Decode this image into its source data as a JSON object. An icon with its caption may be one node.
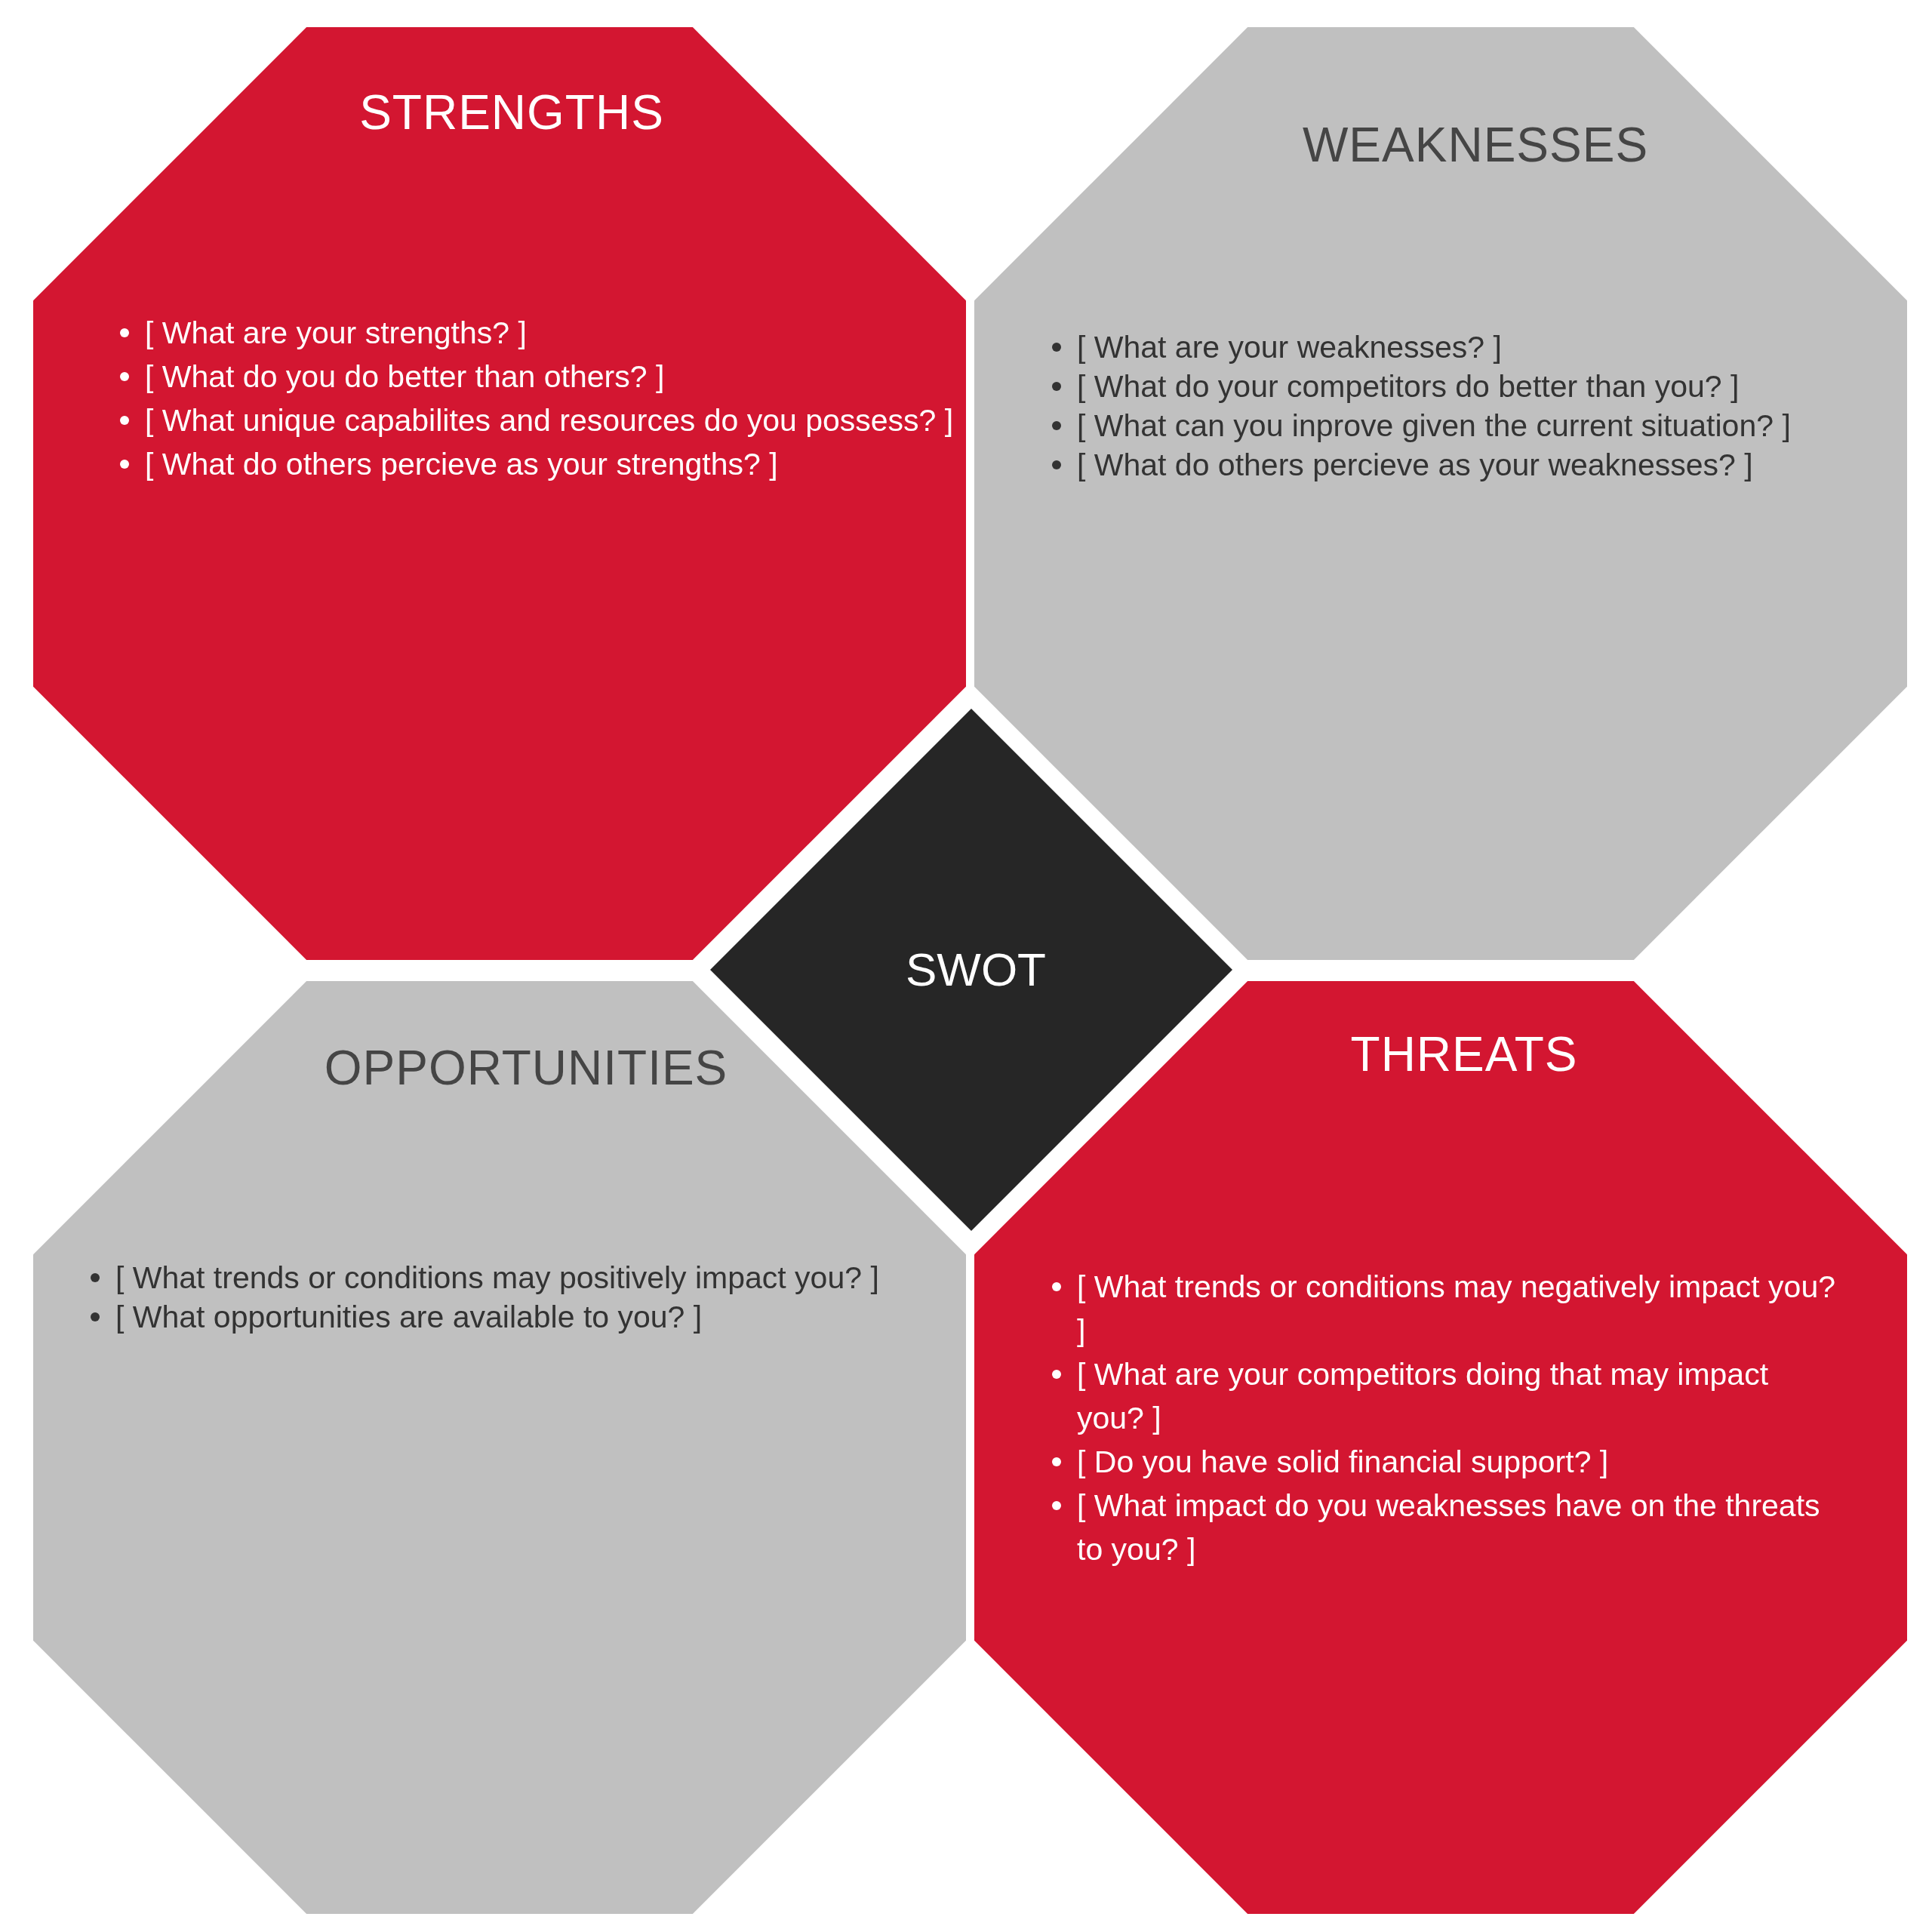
{
  "diagram": {
    "nodes": [
      {
        "text": [
          "STRENGTHS",
          "[ What are your strengths? ]",
          "[ What do you do better than others? ]",
          "[ What unique capabilites and resources do you possess? ]",
          "[ What do others percieve as your strengths? ]"
        ]
      },
      {
        "text": [
          "WEAKNESSES",
          "[ What are your weaknesses? ]",
          "[ What do your competitors do better than you? ]",
          "[ What can you inprove given the current situation? ]",
          "[ What do others percieve as your weaknesses? ]"
        ]
      },
      {
        "text": [
          "SWOT"
        ]
      },
      {
        "text": [
          "OPPORTUNITIES",
          "[ What trends or conditions may positively impact you? ]",
          "[ What opportunities are available to you? ]"
        ]
      },
      {
        "text": [
          "THREATS",
          "[ What trends or conditions may negatively impact you? ]",
          "[ What are your competitors doing that may impact you? ]",
          "[ Do you have solid financial support? ]",
          "[ What impact do you weaknesses have on the threats to you? ]"
        ]
      }
    ]
  }
}
